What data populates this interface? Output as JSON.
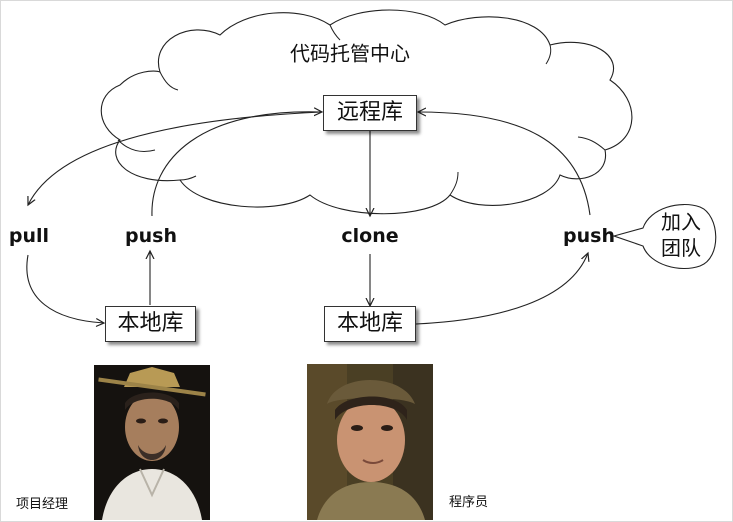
{
  "cloud": {
    "title": "代码托管中心"
  },
  "remote_repo": {
    "label": "远程库"
  },
  "actions": {
    "pull": "pull",
    "push_left": "push",
    "clone": "clone",
    "push_right": "push"
  },
  "local_repos": {
    "left": "本地库",
    "right": "本地库"
  },
  "bubble": {
    "line1": "加入",
    "line2": "团队"
  },
  "people": [
    {
      "caption": "项目经理"
    },
    {
      "caption": "程序员"
    }
  ]
}
